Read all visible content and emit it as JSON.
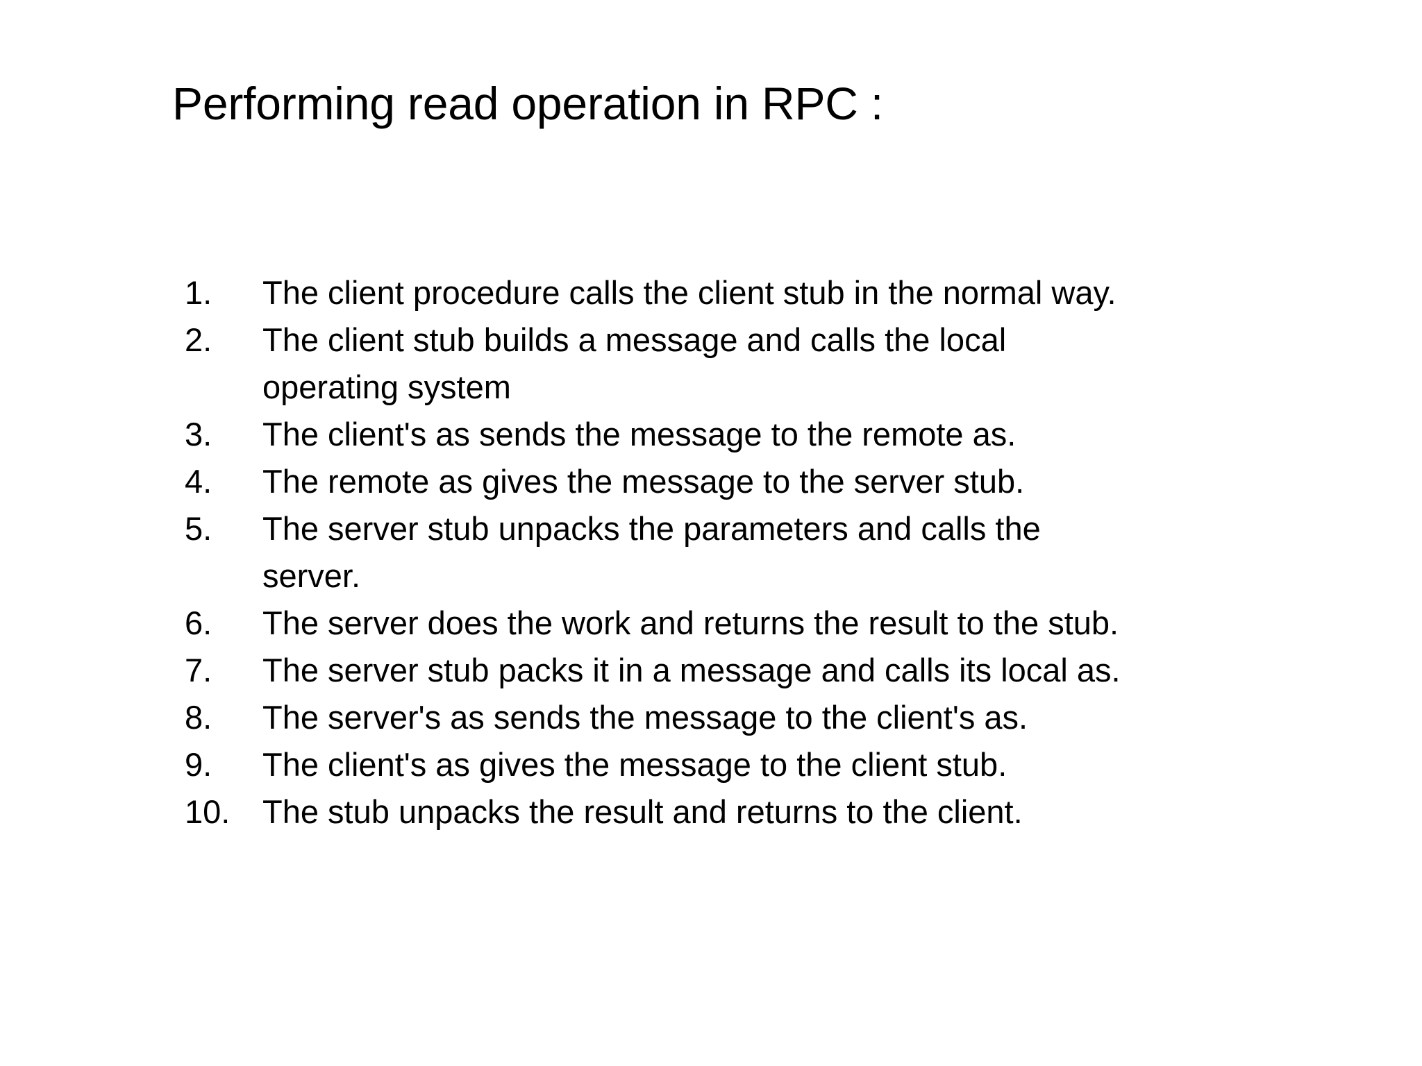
{
  "slide": {
    "title": "Performing read operation in RPC :",
    "background_color": "#ffffff",
    "text_color": "#000000",
    "steps": [
      {
        "number": "1.",
        "lines": [
          "The client procedure calls the client stub in the normal way."
        ]
      },
      {
        "number": "2.",
        "lines": [
          "The client stub builds a message and calls the local",
          "operating system"
        ]
      },
      {
        "number": "3.",
        "lines": [
          "The client's as sends the message to the remote as."
        ]
      },
      {
        "number": "4.",
        "lines": [
          "The remote as gives the message to the server stub."
        ]
      },
      {
        "number": "5.",
        "lines": [
          "The server stub unpacks the parameters and calls the",
          "server."
        ]
      },
      {
        "number": "6.",
        "lines": [
          "The server does the work and returns the result to the stub."
        ]
      },
      {
        "number": "7.",
        "lines": [
          "The server stub packs it in a message and calls its local as."
        ]
      },
      {
        "number": "8.",
        "lines": [
          "The server's as sends the message to the client's as."
        ]
      },
      {
        "number": "9.",
        "lines": [
          "The client's as gives the message to the client stub."
        ]
      },
      {
        "number": "10.",
        "lines": [
          "The stub unpacks the result and returns to the client."
        ]
      }
    ]
  }
}
